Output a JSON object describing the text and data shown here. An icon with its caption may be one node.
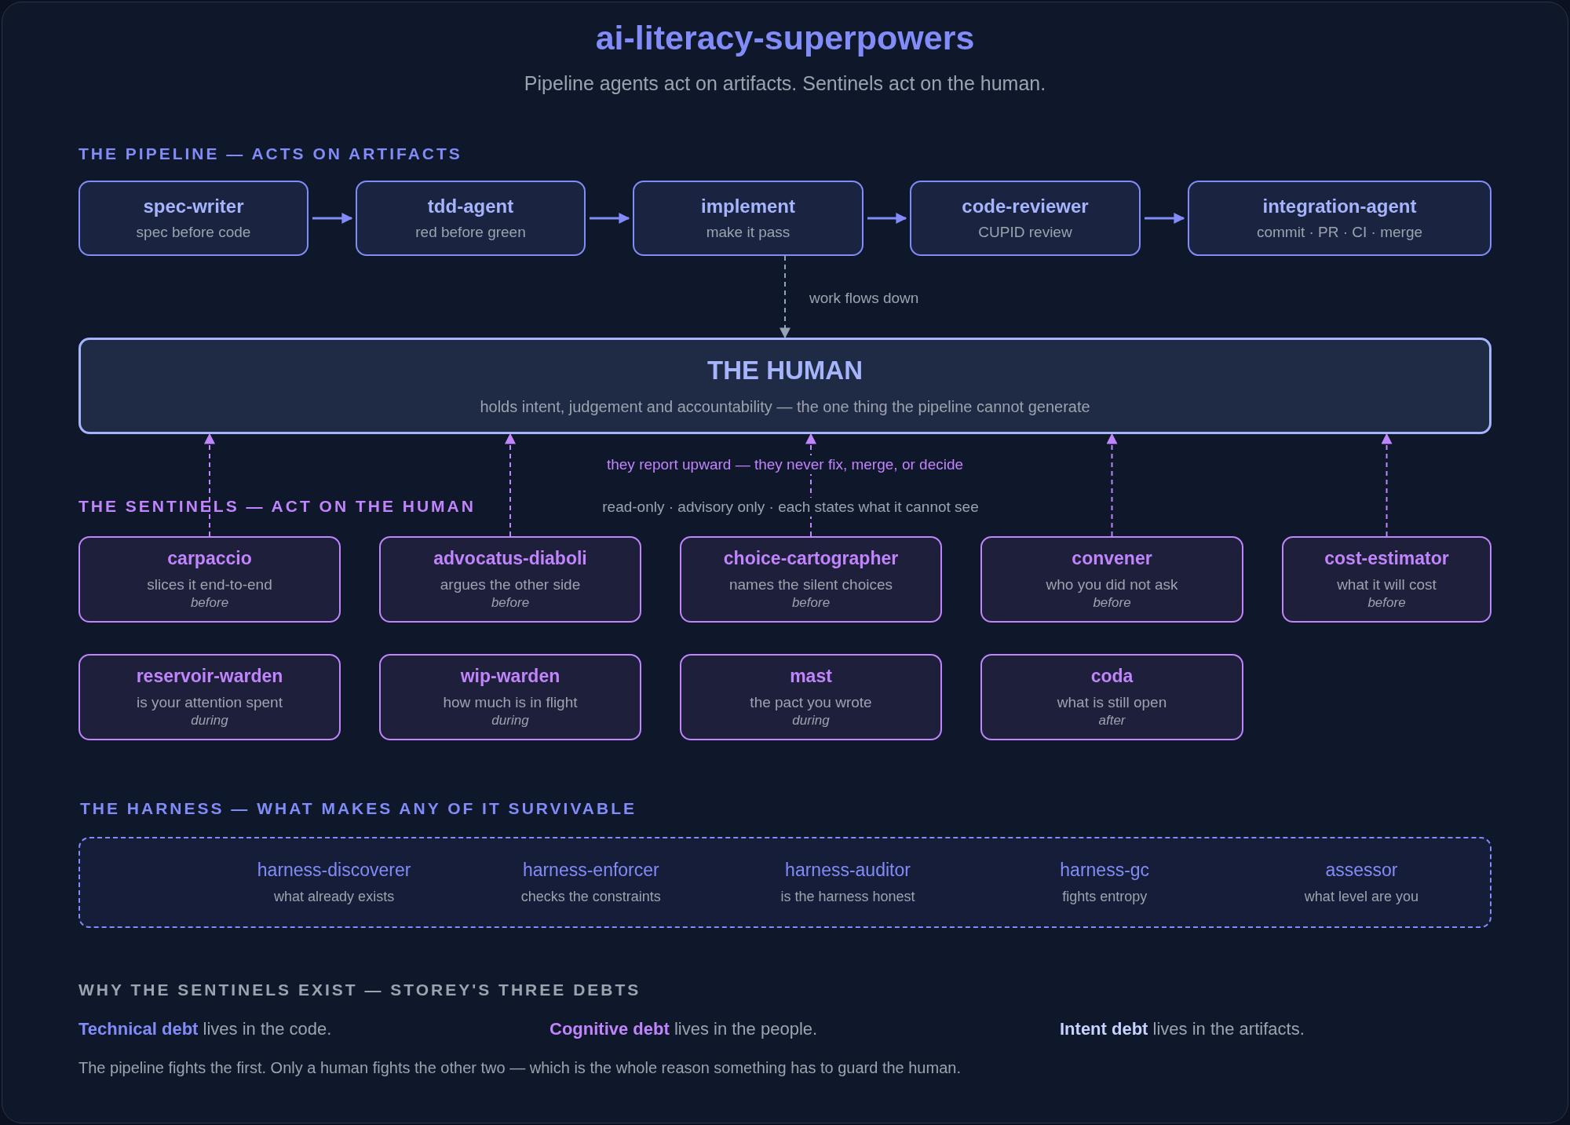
{
  "diagram": {
    "title": "ai-literacy-superpowers",
    "caption": "Pipeline agents act on artifacts. Sentinels act on the human.",
    "nodes": [
      {
        "text": [
          "spec-writer",
          "spec before code"
        ]
      },
      {
        "text": [
          "tdd-agent",
          "red before green"
        ]
      },
      {
        "text": [
          "implement",
          "make it pass"
        ]
      },
      {
        "text": [
          "code-reviewer",
          "CUPID review"
        ]
      },
      {
        "text": [
          "integration-agent",
          "commit · PR · CI · merge"
        ]
      },
      {
        "text": [
          "THE HUMAN",
          "holds intent, judgement and accountability — the one thing the pipeline cannot generate"
        ]
      },
      {
        "text": [
          "carpaccio",
          "slices it end-to-end",
          "before"
        ]
      },
      {
        "text": [
          "advocatus-diaboli",
          "argues the other side",
          "before"
        ]
      },
      {
        "text": [
          "choice-cartographer",
          "names the silent choices",
          "before"
        ]
      },
      {
        "text": [
          "convener",
          "who you did not ask",
          "before"
        ]
      },
      {
        "text": [
          "cost-estimator",
          "what it will cost",
          "before"
        ]
      },
      {
        "text": [
          "reservoir-warden",
          "is your attention spent",
          "during"
        ]
      },
      {
        "text": [
          "wip-warden",
          "how much is in flight",
          "during"
        ]
      },
      {
        "text": [
          "mast",
          "the pact you wrote",
          "during"
        ]
      },
      {
        "text": [
          "coda",
          "what is still open",
          "after"
        ]
      },
      {
        "text": [
          "THE HARNESS — WHAT MAKES ANY OF IT SURVIVABLE",
          "harness-discoverer",
          "what already exists",
          "harness-enforcer",
          "checks the constraints",
          "harness-auditor",
          "is the harness honest",
          "harness-gc",
          "fights entropy",
          "assessor",
          "what level are you"
        ]
      }
    ],
    "edges": [
      {
        "from": 0,
        "to": 1,
        "arrow": "to",
        "color": "#818cf8"
      },
      {
        "from": 1,
        "to": 2,
        "arrow": "to",
        "color": "#818cf8"
      },
      {
        "from": 2,
        "to": 3,
        "arrow": "to",
        "color": "#818cf8"
      },
      {
        "from": 3,
        "to": 4,
        "arrow": "to",
        "color": "#818cf8"
      },
      {
        "from": 2,
        "to": 5,
        "arrow": "to",
        "label": "work flows down",
        "style": "dashed",
        "color": "#94a3b8"
      },
      {
        "from": 6,
        "to": 5,
        "arrow": "to",
        "style": "dashed"
      },
      {
        "from": 7,
        "to": 5,
        "arrow": "to",
        "style": "dashed"
      },
      {
        "from": 8,
        "to": 5,
        "arrow": "to",
        "style": "dashed"
      },
      {
        "from": 9,
        "to": 5,
        "arrow": "to",
        "style": "dashed"
      },
      {
        "from": 10,
        "to": 5,
        "arrow": "to",
        "style": "dashed"
      }
    ],
    "labels": [
      "THE PIPELINE — ACTS ON ARTIFACTS",
      "they report upward — they never fix, merge, or decide",
      "THE SENTINELS — ACT ON THE HUMAN",
      "read-only · advisory only · each states what it cannot see",
      "WHY THE SENTINELS EXIST — STOREY'S THREE DEBTS",
      "**Technical debt** lives in the code.",
      "**Cognitive debt** lives in the people.",
      "**Intent debt** lives in the artifacts.",
      "The pipeline fights the first. Only a human fights the other two — which is the whole reason something has to guard the human."
    ]
  }
}
